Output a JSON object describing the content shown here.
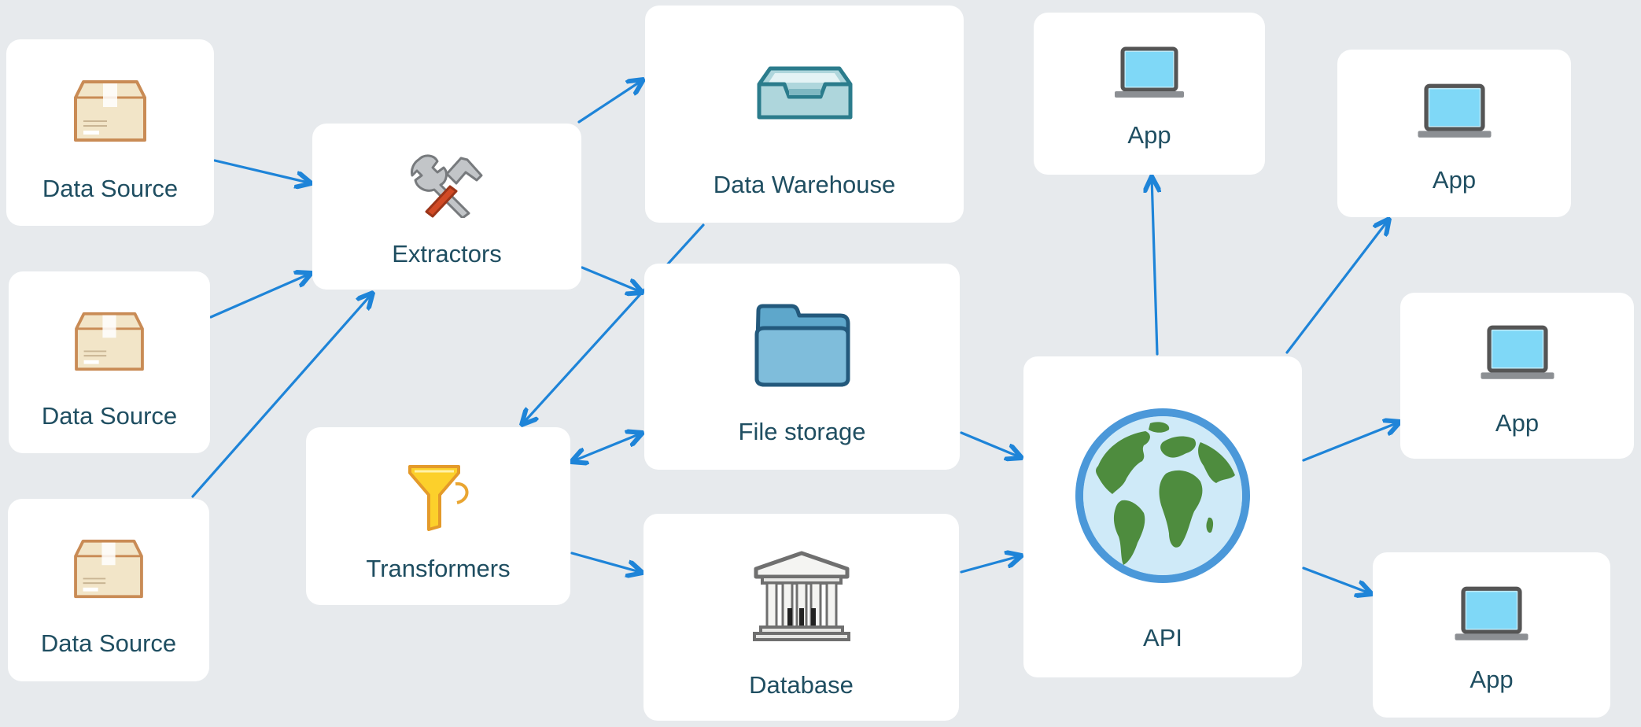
{
  "nodes": {
    "data_source_1": {
      "label": "Data Source",
      "icon": "package-box-icon"
    },
    "data_source_2": {
      "label": "Data Source",
      "icon": "package-box-icon"
    },
    "data_source_3": {
      "label": "Data Source",
      "icon": "package-box-icon"
    },
    "extractors": {
      "label": "Extractors",
      "icon": "tools-icon"
    },
    "transformers": {
      "label": "Transformers",
      "icon": "funnel-icon"
    },
    "data_warehouse": {
      "label": "Data Warehouse",
      "icon": "inbox-tray-icon"
    },
    "file_storage": {
      "label": "File storage",
      "icon": "folder-icon"
    },
    "database": {
      "label": "Database",
      "icon": "bank-building-icon"
    },
    "api": {
      "label": "API",
      "icon": "globe-icon"
    },
    "app_1": {
      "label": "App",
      "icon": "laptop-icon"
    },
    "app_2": {
      "label": "App",
      "icon": "laptop-icon"
    },
    "app_3": {
      "label": "App",
      "icon": "laptop-icon"
    },
    "app_4": {
      "label": "App",
      "icon": "laptop-icon"
    }
  },
  "edges": [
    {
      "from": "data_source_1",
      "to": "extractors"
    },
    {
      "from": "data_source_2",
      "to": "extractors"
    },
    {
      "from": "data_source_3",
      "to": "extractors"
    },
    {
      "from": "extractors",
      "to": "data_warehouse"
    },
    {
      "from": "extractors",
      "to": "file_storage"
    },
    {
      "from": "data_warehouse",
      "to": "transformers"
    },
    {
      "from": "transformers",
      "to": "file_storage",
      "bidirectional": true
    },
    {
      "from": "transformers",
      "to": "database"
    },
    {
      "from": "file_storage",
      "to": "api"
    },
    {
      "from": "database",
      "to": "api"
    },
    {
      "from": "api",
      "to": "app_1"
    },
    {
      "from": "api",
      "to": "app_2"
    },
    {
      "from": "api",
      "to": "app_3"
    },
    {
      "from": "api",
      "to": "app_4"
    }
  ],
  "colors": {
    "background": "#e7eaed",
    "node": "#ffffff",
    "edge": "#1e84d8",
    "label": "#1f4e61"
  }
}
